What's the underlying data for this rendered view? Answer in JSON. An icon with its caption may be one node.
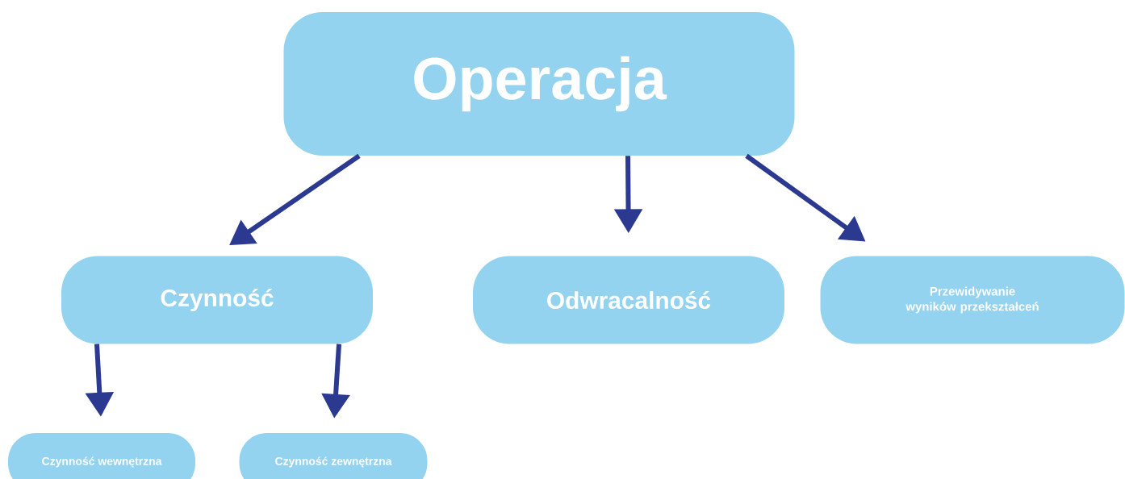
{
  "diagram": {
    "nodes": [
      {
        "text": [
          "Operacja"
        ]
      },
      {
        "text": [
          "Czynność"
        ]
      },
      {
        "text": [
          "Odwracalność"
        ]
      },
      {
        "text": [
          "Przewidywanie wyników przekształceń"
        ]
      },
      {
        "text": [
          "Czynność wewnętrzna"
        ]
      },
      {
        "text": [
          "Czynność zewnętrzna"
        ]
      }
    ],
    "edges": [
      {
        "from": 0,
        "to": 1,
        "arrow": "to"
      },
      {
        "from": 0,
        "to": 2,
        "arrow": "to"
      },
      {
        "from": 0,
        "to": 3,
        "arrow": "to"
      },
      {
        "from": 1,
        "to": 4,
        "arrow": "to"
      },
      {
        "from": 1,
        "to": 5,
        "arrow": "to"
      }
    ]
  }
}
